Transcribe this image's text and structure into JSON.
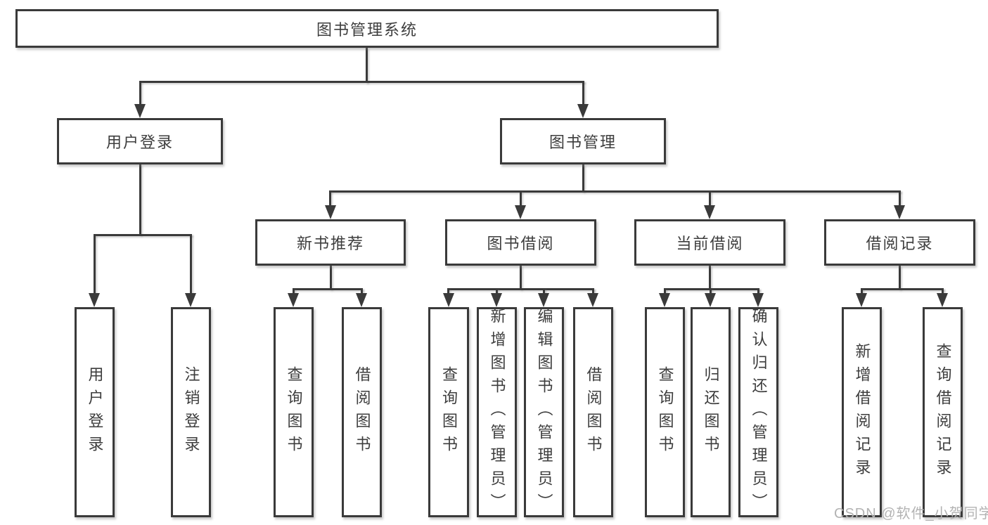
{
  "colors": {
    "line": "#3a3a3a",
    "text": "#3d3d3d",
    "background": "#ffffff",
    "watermark": "#b3b3b3"
  },
  "tree": {
    "label": "图书管理系统",
    "children": [
      {
        "label": "用户登录",
        "children": [
          {
            "label": "用户登录"
          },
          {
            "label": "注销登录"
          }
        ]
      },
      {
        "label": "图书管理",
        "children": [
          {
            "label": "新书推荐",
            "children": [
              {
                "label": "查询图书"
              },
              {
                "label": "借阅图书"
              }
            ]
          },
          {
            "label": "图书借阅",
            "children": [
              {
                "label": "查询图书"
              },
              {
                "label": "新增图书（管理员）"
              },
              {
                "label": "编辑图书（管理员）"
              },
              {
                "label": "借阅图书"
              }
            ]
          },
          {
            "label": "当前借阅",
            "children": [
              {
                "label": "查询图书"
              },
              {
                "label": "归还图书"
              },
              {
                "label": "确认归还（管理员）"
              }
            ]
          },
          {
            "label": "借阅记录",
            "children": [
              {
                "label": "新增借阅记录"
              },
              {
                "label": "查询借阅记录"
              }
            ]
          }
        ]
      }
    ]
  },
  "watermark": {
    "text": "CSDN @软件_小贺同学"
  }
}
